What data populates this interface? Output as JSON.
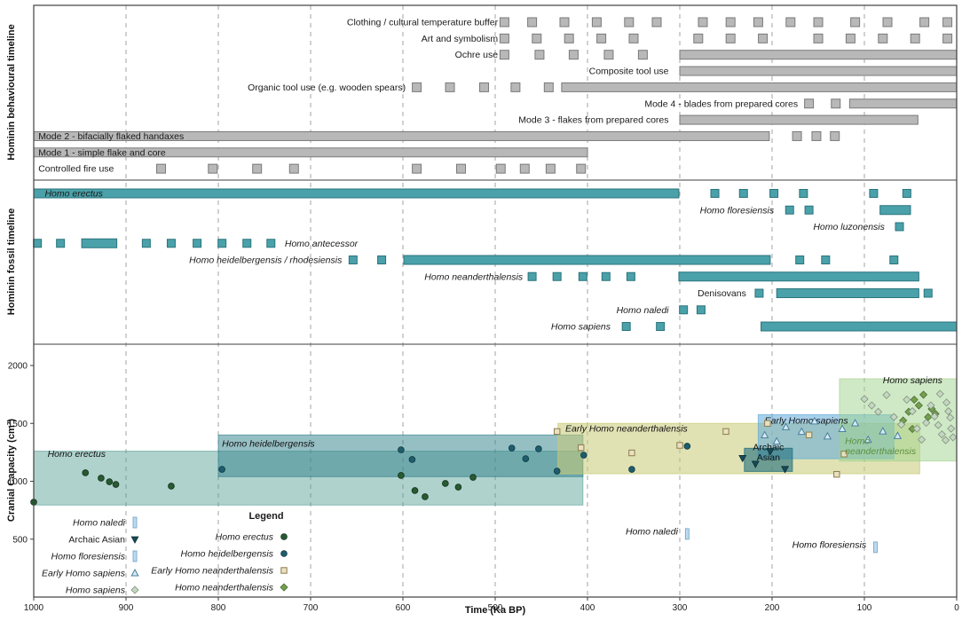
{
  "chart_data": {
    "type": "multi-panel-timeline",
    "time_axis": {
      "label": "Time (Ka BP)",
      "min": 1000,
      "max": 0,
      "ticks": [
        1000,
        900,
        800,
        700,
        600,
        500,
        400,
        300,
        200,
        100,
        0
      ]
    },
    "colors": {
      "behaviour_fill": "#b8b8b8",
      "behaviour_stroke": "#7a7a7a",
      "fossil_fill": "#4aa1a9",
      "fossil_stroke": "#2b747d",
      "frame": "#3f3f3f",
      "grid": "#a3a3a3"
    },
    "behaviour_panel": {
      "ylabel": "Hominin behavioural timeline",
      "rows": [
        {
          "label": "Clothing / cultural temperature buffer",
          "label_anchor": "end",
          "label_t": 497,
          "squares": [
            490,
            460,
            425,
            390,
            355,
            325,
            275,
            245,
            215,
            180,
            150,
            110,
            75,
            35,
            10
          ],
          "bars": []
        },
        {
          "label": "Art and symbolism",
          "label_anchor": "end",
          "label_t": 497,
          "squares": [
            490,
            455,
            420,
            385,
            350,
            280,
            245,
            210,
            150,
            115,
            80,
            45,
            10
          ],
          "bars": []
        },
        {
          "label": "Ochre use",
          "label_anchor": "end",
          "label_t": 497,
          "squares": [
            490,
            452,
            415,
            377,
            340
          ],
          "bars": [
            [
              300,
              0
            ]
          ]
        },
        {
          "label": "Composite tool use",
          "label_anchor": "end",
          "label_t": 312,
          "squares": [],
          "bars": [
            [
              300,
              0
            ]
          ]
        },
        {
          "label": "Organic tool use (e.g. wooden spears)",
          "label_anchor": "end",
          "label_t": 597,
          "squares": [
            585,
            549,
            512,
            478,
            442
          ],
          "bars": [
            [
              428,
              0
            ]
          ]
        },
        {
          "label": "Mode 4 - blades from prepared cores",
          "label_anchor": "end",
          "label_t": 172,
          "squares": [
            160,
            131
          ],
          "bars": [
            [
              116,
              0
            ]
          ]
        },
        {
          "label": "Mode 3 - flakes from prepared cores",
          "label_anchor": "end",
          "label_t": 312,
          "squares": [],
          "bars": [
            [
              300,
              42
            ]
          ]
        },
        {
          "label": "Mode 2 - bifacially flaked handaxes",
          "label_anchor": "start",
          "label_t": 995,
          "squares": [
            173,
            152,
            132
          ],
          "bars": [
            [
              1000,
              203
            ]
          ]
        },
        {
          "label": "Mode 1 - simple flake and core",
          "label_anchor": "start",
          "label_t": 995,
          "squares": [],
          "bars": [
            [
              1000,
              400
            ]
          ]
        },
        {
          "label": "Controlled fire use",
          "label_anchor": "start",
          "label_t": 995,
          "squares": [
            862,
            806,
            758,
            718,
            585,
            537,
            494,
            468,
            440,
            407
          ],
          "bars": []
        }
      ]
    },
    "fossil_panel": {
      "ylabel": "Hominin fossil timeline",
      "rows": [
        {
          "label": "Homo erectus",
          "label_anchor": "start",
          "label_t": 988,
          "italic": true,
          "squares": [
            262,
            231,
            198,
            166,
            90,
            54
          ],
          "bars": [
            [
              1000,
              301
            ]
          ]
        },
        {
          "label": "Homo floresiensis",
          "label_anchor": "end",
          "label_t": 198,
          "italic": true,
          "squares": [
            181,
            160
          ],
          "bars": [
            [
              83,
              50
            ]
          ]
        },
        {
          "label": "Homo luzonensis",
          "label_anchor": "end",
          "label_t": 78,
          "italic": true,
          "squares": [
            62
          ],
          "bars": []
        },
        {
          "label": "Homo antecessor",
          "label_anchor": "start",
          "label_t": 728,
          "italic": true,
          "squares": [
            996,
            971,
            878,
            851,
            823,
            796,
            769,
            743
          ],
          "bars": [
            [
              948,
              910
            ]
          ]
        },
        {
          "label": "Homo heidelbergensis / rhodesiensis",
          "label_anchor": "end",
          "label_t": 666,
          "italic": true,
          "squares": [
            654,
            623,
            170,
            142,
            68
          ],
          "bars": [
            [
              599,
              202
            ]
          ]
        },
        {
          "label": "Homo neanderthalensis",
          "label_anchor": "end",
          "label_t": 470,
          "italic": true,
          "squares": [
            460,
            433,
            405,
            380,
            353
          ],
          "bars": [
            [
              301,
              41
            ]
          ]
        },
        {
          "label": "Denisovans",
          "label_anchor": "end",
          "label_t": 228,
          "italic": false,
          "squares": [
            214,
            31
          ],
          "bars": [
            [
              195,
              41
            ]
          ]
        },
        {
          "label": "Homo naledi",
          "label_anchor": "end",
          "label_t": 312,
          "italic": true,
          "squares": [
            296,
            277
          ],
          "bars": []
        },
        {
          "label": "Homo sapiens",
          "label_anchor": "end",
          "label_t": 375,
          "italic": true,
          "squares": [
            358,
            321
          ],
          "bars": [
            [
              212,
              0
            ]
          ]
        }
      ]
    },
    "cranial_panel": {
      "ylabel": "Cranial Capacity (cm³)",
      "yticks": [
        500,
        1000,
        1500,
        2000
      ],
      "regions": [
        {
          "key": "homo-erectus-range",
          "label": "Homo erectus",
          "t": [
            1000,
            405
          ],
          "v": [
            795,
            1260
          ],
          "fill": "#4f9b90",
          "opacity": 0.45,
          "label_at": [
            985,
            1210
          ],
          "label_anchor": "start"
        },
        {
          "key": "homo-heidelbergensis-range",
          "label": "Homo heidelbergensis",
          "t": [
            800,
            405
          ],
          "v": [
            1040,
            1400
          ],
          "fill": "#2e7f8a",
          "opacity": 0.5,
          "label_at": [
            796,
            1300
          ],
          "label_anchor": "start"
        },
        {
          "key": "early-neanderthalensis-range",
          "label": "Early Homo neanderthalensis",
          "t": [
            432,
            40
          ],
          "v": [
            1065,
            1500
          ],
          "fill": "#c8cb74",
          "opacity": 0.55,
          "label_at": [
            424,
            1430
          ],
          "label_anchor": "start"
        },
        {
          "key": "early-sapiens-range",
          "label": "Early Homo sapiens",
          "t": [
            215,
            68
          ],
          "v": [
            1195,
            1575
          ],
          "fill": "#5ea9d8",
          "opacity": 0.55,
          "label_at": [
            208,
            1500
          ],
          "label_anchor": "start"
        },
        {
          "key": "archaic-asian-range",
          "label": [
            "Archaic",
            "Asian"
          ],
          "t": [
            230,
            178
          ],
          "v": [
            1085,
            1285
          ],
          "fill": "#1e6e7c",
          "opacity": 0.6,
          "label_at": [
            204,
            1270
          ],
          "label_anchor": "middle",
          "italic": false
        },
        {
          "key": "homo-sapiens-range",
          "label": "Homo sapiens",
          "t": [
            127,
            0
          ],
          "v": [
            1175,
            1885
          ],
          "fill": "#a0d38d",
          "opacity": 0.5,
          "label_at": [
            80,
            1845
          ],
          "label_anchor": "start"
        }
      ],
      "series": [
        {
          "key": "homo_erectus",
          "label": "Homo erectus",
          "marker": "circle",
          "fill": "#275b32",
          "stroke": "#15301b",
          "points": [
            [
              1000,
              820
            ],
            [
              944,
              1073
            ],
            [
              927,
              1027
            ],
            [
              918,
              996
            ],
            [
              911,
              973
            ],
            [
              851,
              958
            ],
            [
              602,
              1050
            ],
            [
              587,
              920
            ],
            [
              576,
              866
            ],
            [
              554,
              981
            ],
            [
              540,
              950
            ],
            [
              524,
              1034
            ]
          ]
        },
        {
          "key": "homo_heidelbergensis",
          "label": "Homo heidelbergensis",
          "marker": "circle",
          "fill": "#1e5d6c",
          "stroke": "#0f3a45",
          "points": [
            [
              796,
              1103
            ],
            [
              602,
              1272
            ],
            [
              590,
              1188
            ],
            [
              482,
              1287
            ],
            [
              467,
              1195
            ],
            [
              453,
              1280
            ],
            [
              433,
              1088
            ],
            [
              404,
              1226
            ],
            [
              352,
              1103
            ],
            [
              292,
              1303
            ]
          ]
        },
        {
          "key": "early_homo_neanderthalensis",
          "label": "Early Homo neanderthalensis",
          "marker": "square-open",
          "fill": "#e9e1c2",
          "stroke": "#8c7c4c",
          "points": [
            [
              433,
              1430
            ],
            [
              407,
              1290
            ],
            [
              352,
              1245
            ],
            [
              300,
              1310
            ],
            [
              250,
              1430
            ],
            [
              205,
              1500
            ],
            [
              160,
              1400
            ],
            [
              122,
              1235
            ],
            [
              130,
              1060
            ]
          ]
        },
        {
          "key": "homo_neanderthalensis",
          "label": "Homo neanderthalensis",
          "marker": "diamond",
          "fill": "#74a04e",
          "stroke": "#4b6a32",
          "points": [
            [
              58,
              1525
            ],
            [
              52,
              1600
            ],
            [
              46,
              1705
            ],
            [
              41,
              1655
            ],
            [
              36,
              1748
            ],
            [
              31,
              1555
            ],
            [
              27,
              1625
            ],
            [
              23,
              1582
            ],
            [
              48,
              1452
            ]
          ]
        },
        {
          "key": "early_homo_sapiens",
          "label": "Early Homo sapiens",
          "marker": "triangle-open",
          "fill": "#d8eaf5",
          "stroke": "#49809f",
          "points": [
            [
              208,
              1398
            ],
            [
              195,
              1345
            ],
            [
              185,
              1468
            ],
            [
              168,
              1428
            ],
            [
              154,
              1518
            ],
            [
              140,
              1388
            ],
            [
              124,
              1452
            ],
            [
              110,
              1502
            ],
            [
              96,
              1358
            ],
            [
              80,
              1432
            ],
            [
              64,
              1392
            ]
          ]
        },
        {
          "key": "homo_sapiens",
          "label": "Homo sapiens",
          "marker": "diamond",
          "fill": "#c6d6c4",
          "stroke": "#7e9379",
          "points": [
            [
              100,
              1710
            ],
            [
              92,
              1655
            ],
            [
              85,
              1600
            ],
            [
              76,
              1745
            ],
            [
              68,
              1555
            ],
            [
              60,
              1490
            ],
            [
              54,
              1705
            ],
            [
              48,
              1605
            ],
            [
              43,
              1455
            ],
            [
              38,
              1360
            ],
            [
              33,
              1505
            ],
            [
              28,
              1655
            ],
            [
              24,
              1560
            ],
            [
              20,
              1485
            ],
            [
              16,
              1405
            ],
            [
              12,
              1355
            ],
            [
              9,
              1605
            ],
            [
              6,
              1455
            ],
            [
              18,
              1755
            ],
            [
              11,
              1680
            ],
            [
              7,
              1550
            ],
            [
              4,
              1380
            ]
          ]
        },
        {
          "key": "archaic_asian",
          "label": "Archaic Asian",
          "marker": "triangle-down",
          "fill": "#164b57",
          "stroke": "#0b2d35",
          "points": [
            [
              232,
              1200
            ],
            [
              218,
              1150
            ],
            [
              202,
              1258
            ],
            [
              186,
              1105
            ]
          ]
        },
        {
          "key": "homo_naledi",
          "label": "Homo naledi",
          "marker": "range-bar",
          "fill": "#badbf0",
          "stroke": "#6f9fc5",
          "points": [
            [
              292,
              545
            ]
          ]
        },
        {
          "key": "homo_floresiensis",
          "label": "Homo floresiensis",
          "marker": "range-bar",
          "fill": "#badbf0",
          "stroke": "#6f9fc5",
          "points": [
            [
              88,
              430
            ]
          ]
        }
      ],
      "annotations": [
        {
          "text": "Homo naledi",
          "t": 302,
          "v": 540,
          "anchor": "end"
        },
        {
          "text": "Homo floresiensis",
          "t": 98,
          "v": 427,
          "anchor": "end"
        },
        {
          "text": [
            "Homo",
            "neanderthalensis"
          ],
          "t": 121,
          "v": 1320,
          "anchor": "start",
          "color": "#5c8f3e"
        }
      ],
      "legend": {
        "columns": [
          {
            "sym_x": 152,
            "label_x": 141,
            "y0": 589,
            "dy": 19,
            "entries": [
              {
                "label": "Homo naledi",
                "series": "homo_naledi"
              },
              {
                "label": "Archaic Asian",
                "series": "archaic_asian",
                "italic": false
              },
              {
                "label": "Homo floresiensis",
                "series": "homo_floresiensis"
              },
              {
                "label": "Early Homo sapiens",
                "series": "early_homo_sapiens"
              },
              {
                "label": "Homo sapiens",
                "series": "homo_sapiens"
              }
            ]
          },
          {
            "title": "Legend",
            "title_x": 300,
            "title_y": 585,
            "sym_x": 320,
            "label_x": 308,
            "y0": 605,
            "dy": 19,
            "entries": [
              {
                "label": "Homo erectus",
                "series": "homo_erectus"
              },
              {
                "label": "Homo heidelbergensis",
                "series": "homo_heidelbergensis"
              },
              {
                "label": "Early Homo neanderthalensis",
                "series": "early_homo_neanderthalensis"
              },
              {
                "label": "Homo neanderthalensis",
                "series": "homo_neanderthalensis"
              }
            ]
          }
        ]
      }
    }
  }
}
